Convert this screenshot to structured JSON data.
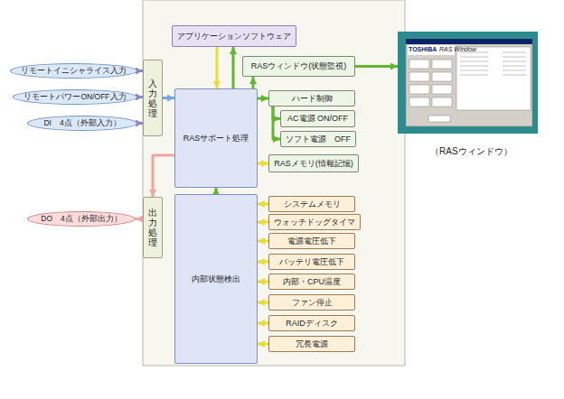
{
  "diagram": {
    "nodes": [
      {
        "text": [
          "リモートイニシャライス入力"
        ]
      },
      {
        "text": [
          "リモートパワーON/OFF入力"
        ]
      },
      {
        "text": [
          "DI　4点（外部入力）"
        ]
      },
      {
        "text": [
          "アプリケーションソフトウェア"
        ]
      },
      {
        "text": [
          "RASウィンドウ(状態監視)"
        ]
      },
      {
        "text": [
          "入力処理"
        ]
      },
      {
        "text": [
          "RASサポート処理"
        ]
      },
      {
        "text": [
          "ハード制御"
        ]
      },
      {
        "text": [
          "AC電源 ON/OFF"
        ]
      },
      {
        "text": [
          "ソフト電源　OFF"
        ]
      },
      {
        "text": [
          "RASメモリ(情報記憶)"
        ]
      },
      {
        "text": [
          "TOSHIBA",
          "RAS Window",
          "（RASウィンドウ）"
        ]
      },
      {
        "text": [
          "出力処理"
        ]
      },
      {
        "text": [
          "DO　4点（外部出力）"
        ]
      },
      {
        "text": [
          "内部状態検出"
        ]
      },
      {
        "text": [
          "システムメモリ"
        ]
      },
      {
        "text": [
          "ウォッチドッグタイマ"
        ]
      },
      {
        "text": [
          "電源電圧低下"
        ]
      },
      {
        "text": [
          "バッテリ電圧低下"
        ]
      },
      {
        "text": [
          "内部・CPU温度"
        ]
      },
      {
        "text": [
          "ファン停止"
        ]
      },
      {
        "text": [
          "RAIDディスク"
        ]
      },
      {
        "text": [
          "冗長電源"
        ]
      }
    ],
    "edges": [
      {
        "from": 0,
        "to": 5,
        "arrow": "to"
      },
      {
        "from": 1,
        "to": 5,
        "arrow": "to"
      },
      {
        "from": 2,
        "to": 5,
        "arrow": "to"
      },
      {
        "from": 5,
        "to": 6,
        "arrow": "to"
      },
      {
        "from": 6,
        "to": 3,
        "arrow": "to"
      },
      {
        "from": 3,
        "to": 6,
        "arrow": "to"
      },
      {
        "from": 6,
        "to": 4,
        "arrow": "to"
      },
      {
        "from": 4,
        "to": 11,
        "arrow": "to"
      },
      {
        "from": 6,
        "to": 7,
        "arrow": "to"
      },
      {
        "from": 7,
        "to": 8,
        "arrow": "to"
      },
      {
        "from": 7,
        "to": 9,
        "arrow": "to"
      },
      {
        "from": 6,
        "to": 10,
        "arrow": "to"
      },
      {
        "from": 14,
        "to": 6,
        "arrow": "to"
      },
      {
        "from": 15,
        "to": 14,
        "arrow": "to"
      },
      {
        "from": 16,
        "to": 14,
        "arrow": "to"
      },
      {
        "from": 17,
        "to": 14,
        "arrow": "to"
      },
      {
        "from": 18,
        "to": 14,
        "arrow": "to"
      },
      {
        "from": 19,
        "to": 14,
        "arrow": "to"
      },
      {
        "from": 20,
        "to": 14,
        "arrow": "to"
      },
      {
        "from": 21,
        "to": 14,
        "arrow": "to"
      },
      {
        "from": 22,
        "to": 14,
        "arrow": "to"
      },
      {
        "from": 6,
        "to": 12,
        "arrow": "to"
      },
      {
        "from": 12,
        "to": 13,
        "arrow": "to"
      }
    ]
  }
}
